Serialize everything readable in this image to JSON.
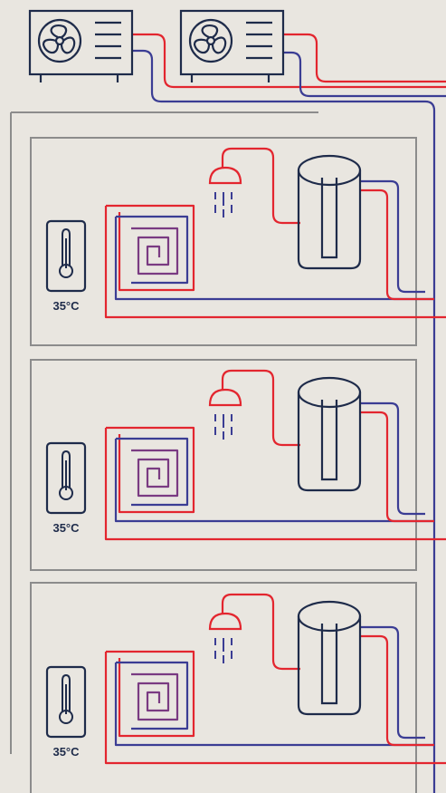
{
  "colors": {
    "background": "#e9e6e0",
    "outline": "#1e2b4a",
    "supply_red": "#e3262f",
    "return_blue": "#3b3d94",
    "coil_purple": "#7a3b82",
    "frame_gray": "#8c8c8c"
  },
  "outdoor_units": [
    {
      "icon": "fan-icon"
    },
    {
      "icon": "fan-icon"
    }
  ],
  "floors": [
    {
      "temperature": "35°C"
    },
    {
      "temperature": "35°C"
    },
    {
      "temperature": "35°C"
    }
  ]
}
